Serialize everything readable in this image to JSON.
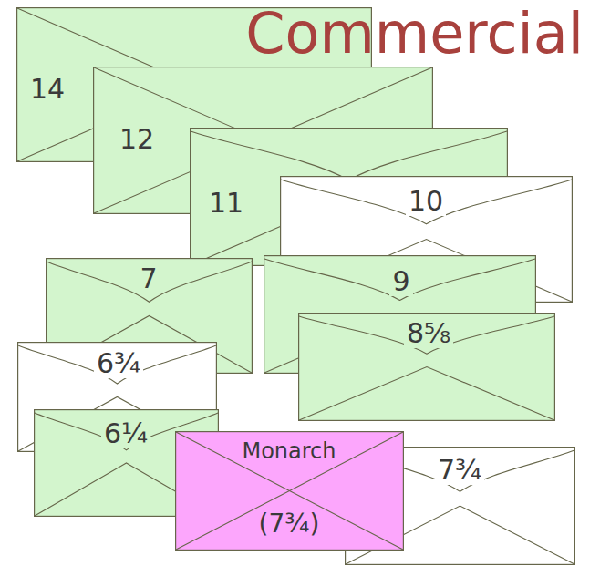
{
  "diagram": {
    "title": "Commercial",
    "nodes": [
      {
        "text": [
          "14"
        ]
      },
      {
        "text": [
          "12"
        ]
      },
      {
        "text": [
          "11"
        ]
      },
      {
        "text": [
          "10"
        ]
      },
      {
        "text": [
          "7"
        ]
      },
      {
        "text": [
          "9"
        ]
      },
      {
        "text": [
          "8⅝"
        ]
      },
      {
        "text": [
          "6¾"
        ]
      },
      {
        "text": [
          "6¼"
        ]
      },
      {
        "text": [
          "Monarch",
          "(7¾)"
        ]
      },
      {
        "text": [
          "7¾"
        ]
      }
    ]
  }
}
